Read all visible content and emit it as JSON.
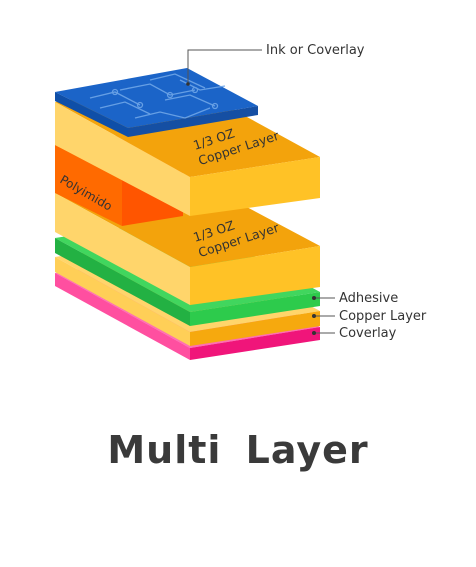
{
  "diagram": {
    "title": "Multi Layer",
    "labels": {
      "ink_coverlay": "Ink or Coverlay",
      "copper_top": [
        "1/3 OZ",
        "Copper Layer"
      ],
      "copper_mid": [
        "1/3 OZ",
        "Copper Layer"
      ],
      "polyimide": "Polyimido",
      "adhesive": "Adhesive",
      "copper_bottom": "Copper Layer",
      "coverlay": "Coverlay"
    },
    "colors": {
      "copper_top": "#F3A30C",
      "copper_front": "#FFC226",
      "copper_left": "#FFD56B",
      "polyimide_top": "#FF6A00",
      "polyimide_side": "#FF7F1A",
      "ink_blue": "#1B64C8",
      "adhesive_green": "#2DCB4C",
      "coverlay_pink": "#F0157A"
    }
  }
}
